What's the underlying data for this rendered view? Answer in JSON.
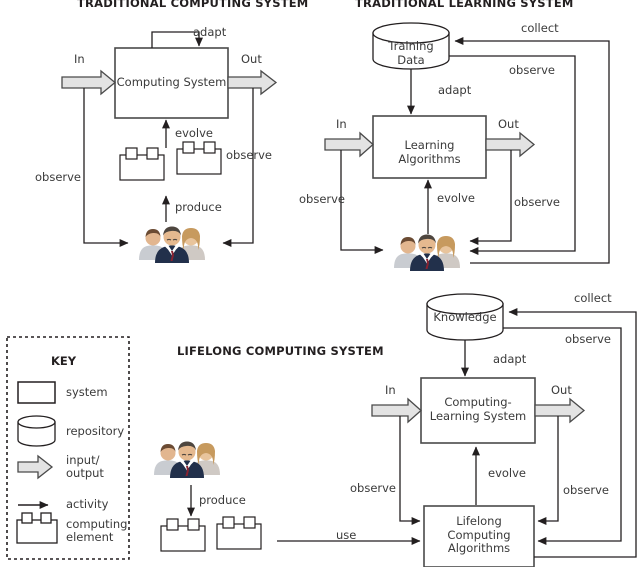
{
  "diagram": {
    "titles": {
      "traditional_computing": "TRADITIONAL COMPUTING SYSTEM",
      "traditional_learning": "TRADITIONAL LEARNING SYSTEM",
      "lifelong_computing": "LIFELONG COMPUTING SYSTEM"
    },
    "panel1": {
      "system_box": "Computing System",
      "in": "In",
      "out": "Out",
      "adapt": "adapt",
      "evolve": "evolve",
      "produce": "produce",
      "observe_left": "observe",
      "observe_right": "observe"
    },
    "panel2": {
      "repository": "Training Data",
      "system_box": "Learning Algorithms",
      "in": "In",
      "out": "Out",
      "adapt": "adapt",
      "evolve": "evolve",
      "collect": "collect",
      "observe_top": "observe",
      "observe_left": "observe",
      "observe_right": "observe"
    },
    "panel3": {
      "repository": "Knowledge",
      "system_box": "Computing-\nLearning System",
      "algorithms_box": "Lifelong\nComputing\nAlgorithms",
      "in": "In",
      "out": "Out",
      "adapt": "adapt",
      "evolve": "evolve",
      "collect": "collect",
      "use": "use",
      "produce": "produce",
      "observe_top": "observe",
      "observe_left": "observe",
      "observe_right": "observe"
    },
    "key": {
      "title": "KEY",
      "items": [
        {
          "icon": "rectangle-system-icon",
          "label": "system"
        },
        {
          "icon": "cylinder-repository-icon",
          "label": "repository"
        },
        {
          "icon": "block-arrow-io-icon",
          "label": "input/\noutput"
        },
        {
          "icon": "line-arrow-activity-icon",
          "label": "activity"
        },
        {
          "icon": "computing-element-icon",
          "label": "computing\nelement"
        }
      ]
    },
    "colors": {
      "stroke": "#231f20",
      "text": "#3a3a3a",
      "io_fill": "#e3e3e3",
      "page_bg": "#ffffff"
    }
  }
}
